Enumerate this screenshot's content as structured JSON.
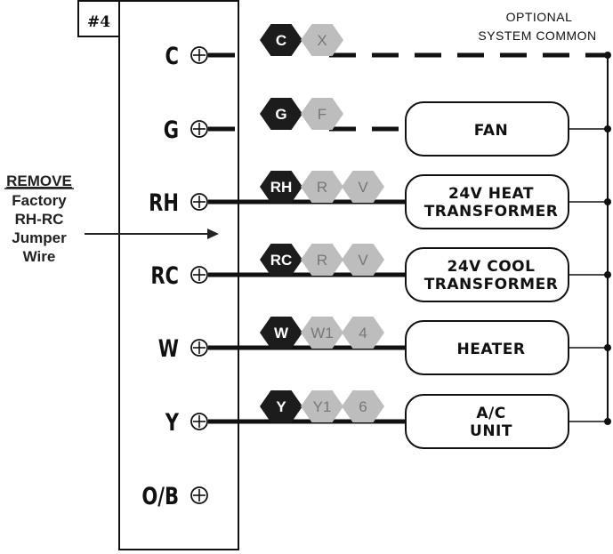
{
  "header": {
    "badge": "#4",
    "common_line1": "OPTIONAL",
    "common_line2": "SYSTEM COMMON"
  },
  "side_note": {
    "title": "REMOVE",
    "line1": "Factory",
    "line2": "RH-RC",
    "line3": "Jumper",
    "line4": "Wire"
  },
  "terminals": [
    {
      "id": "c",
      "label": "C",
      "tags": [
        "C",
        "X"
      ]
    },
    {
      "id": "g",
      "label": "G",
      "tags": [
        "G",
        "F"
      ]
    },
    {
      "id": "rh",
      "label": "RH",
      "tags": [
        "RH",
        "R",
        "V"
      ]
    },
    {
      "id": "rc",
      "label": "RC",
      "tags": [
        "RC",
        "R",
        "V"
      ]
    },
    {
      "id": "w",
      "label": "W",
      "tags": [
        "W",
        "W1",
        "4"
      ]
    },
    {
      "id": "y",
      "label": "Y",
      "tags": [
        "Y",
        "Y1",
        "6"
      ]
    },
    {
      "id": "ob",
      "label": "O/B",
      "tags": []
    }
  ],
  "devices": [
    {
      "id": "fan",
      "lines": [
        "FAN"
      ]
    },
    {
      "id": "heat",
      "lines": [
        "24V HEAT",
        "TRANSFORMER"
      ]
    },
    {
      "id": "cool",
      "lines": [
        "24V COOL",
        "TRANSFORMER"
      ]
    },
    {
      "id": "heater",
      "lines": [
        "HEATER"
      ]
    },
    {
      "id": "ac",
      "lines": [
        "A/C",
        "UNIT"
      ]
    }
  ],
  "colors": {
    "dark_tag": "#1c1c1c",
    "light_tag": "#bdbdbd",
    "wire": "#111111"
  }
}
